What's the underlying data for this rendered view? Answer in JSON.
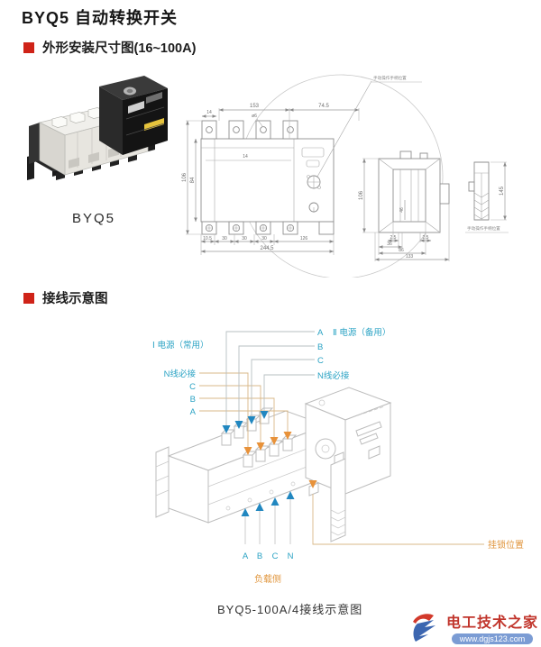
{
  "page": {
    "title": "BYQ5 自动转换开关"
  },
  "sections": {
    "outline": {
      "label": "外形安装尺寸图(16~100A)"
    },
    "wiring": {
      "label": "接线示意图"
    }
  },
  "photo": {
    "caption": "BYQ5"
  },
  "drawing": {
    "front": {
      "w153": "153",
      "w74_5": "74.5",
      "t14": "14",
      "hole": "ø6",
      "h106": "106",
      "h84": "84",
      "m14": "14",
      "b10_5": "10.5",
      "b30a": "30",
      "b30b": "30",
      "b30c": "30",
      "b126": "126",
      "b244_5": "244.5"
    },
    "side": {
      "h106": "106",
      "i46": "46",
      "g2_5a": "2.5",
      "g2_5b": "2.5",
      "w36": "36",
      "w86": "86",
      "w133": "133",
      "h145": "145"
    },
    "note_top": "手动操作手柄位置",
    "note_bottom": "手动操作手柄位置"
  },
  "wiring": {
    "power1": "Ⅰ 电源（常用）",
    "power2_a": "A",
    "power2": "Ⅱ 电源（备用）",
    "left_terminals": [
      "N线必接",
      "C",
      "B",
      "A"
    ],
    "right_terminals": [
      "B",
      "C",
      "N线必接"
    ],
    "load_terminals": [
      "A",
      "B",
      "C",
      "N"
    ],
    "load_side": "负载侧",
    "padlock": "挂锁位置"
  },
  "captions": {
    "wiring_figure": "BYQ5-100A/4接线示意图"
  },
  "watermark": {
    "name": "电工技术之家",
    "url": "www.dgjs123.com"
  },
  "colors": {
    "accent_red": "#cf2318",
    "label_cyan": "#2ba3c4",
    "label_orange": "#e0953c",
    "arrow_blue": "#2187c0",
    "line_tan": "#d9b888",
    "drawing_gray": "#999999",
    "wiring_gray": "#bdbdbd"
  }
}
